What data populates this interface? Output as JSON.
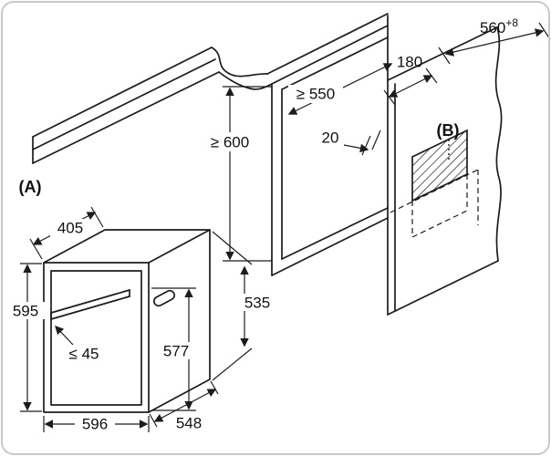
{
  "diagram_kind": "built-in-oven-installation-drawing",
  "colors": {
    "line": "#1c1c1c",
    "background": "#ffffff",
    "frame": "#c9c9c9"
  },
  "niche": {
    "width": "560",
    "width_tolerance": "+8",
    "vent_distance": "180",
    "depth_min": "≥ 550",
    "height_min": "≥ 600",
    "rear_gap": "20",
    "vent_label": "(B)"
  },
  "oven": {
    "view_label": "(A)",
    "top_depth": "405",
    "height": "595",
    "handle_max": "≤ 45",
    "body_height": "577",
    "rear_height": "535",
    "width": "596",
    "depth": "548"
  }
}
